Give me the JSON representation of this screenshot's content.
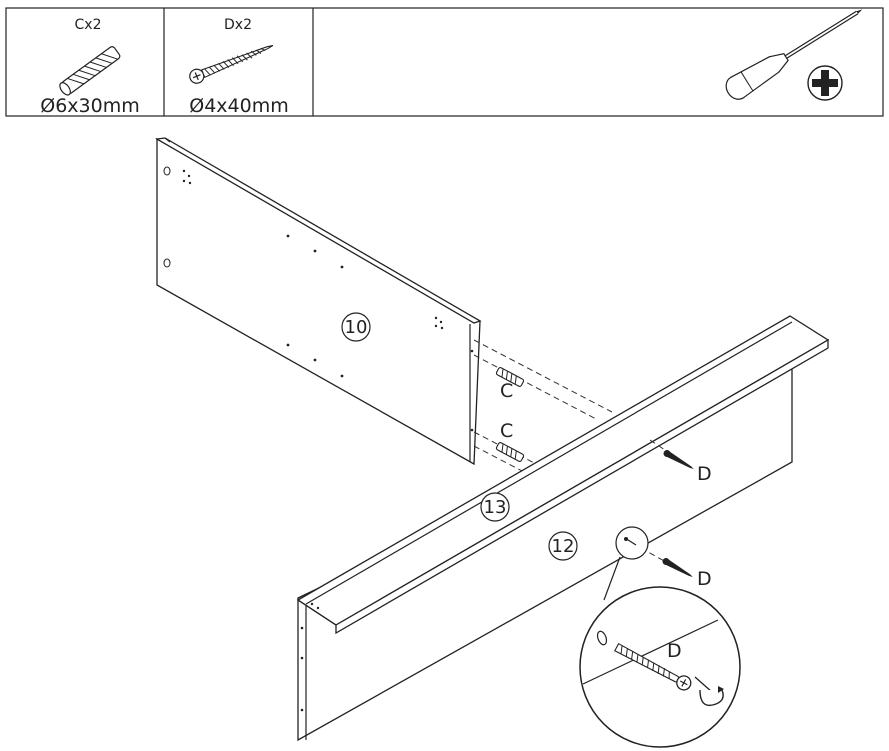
{
  "hardware": [
    {
      "qty": "Cx2",
      "size": "Ø6x30mm",
      "icon": "dowel-icon"
    },
    {
      "qty": "Dx2",
      "size": "Ø4x40mm",
      "icon": "screw-icon"
    }
  ],
  "tool": {
    "icon": "phillips-screwdriver-icon"
  },
  "panels": {
    "p10": "10",
    "p12": "12",
    "p13": "13"
  },
  "callouts": {
    "c1": "C",
    "c2": "C",
    "d1": "D",
    "d2": "D",
    "d3": "D"
  }
}
